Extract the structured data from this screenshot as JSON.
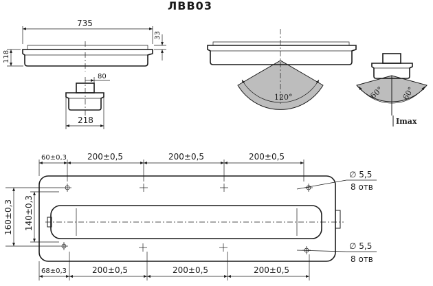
{
  "title": "ЛВВ03",
  "front_view": {
    "length": "735",
    "height": "118",
    "top_depth": "33"
  },
  "side_view": {
    "top_width": "80",
    "width": "218"
  },
  "light_distribution": {
    "longitudinal_angle": "120°",
    "left_angle": "60°",
    "right_angle": "60°",
    "max_intensity_label": "Imax"
  },
  "mounting_plan": {
    "top_offset": "60±0,3",
    "bottom_offset": "68±0,3",
    "pitch_top": [
      "200±0,5",
      "200±0,5",
      "200±0,5"
    ],
    "pitch_bottom": [
      "200±0,5",
      "200±0,5",
      "200±0,5"
    ],
    "outer_height": "160±0,3",
    "inner_height": "140±0,3",
    "hole_top": {
      "diameter": "∅ 5,5",
      "count": "8 отв"
    },
    "hole_bottom": {
      "diameter": "∅ 5,5",
      "count": "8 отв"
    }
  }
}
